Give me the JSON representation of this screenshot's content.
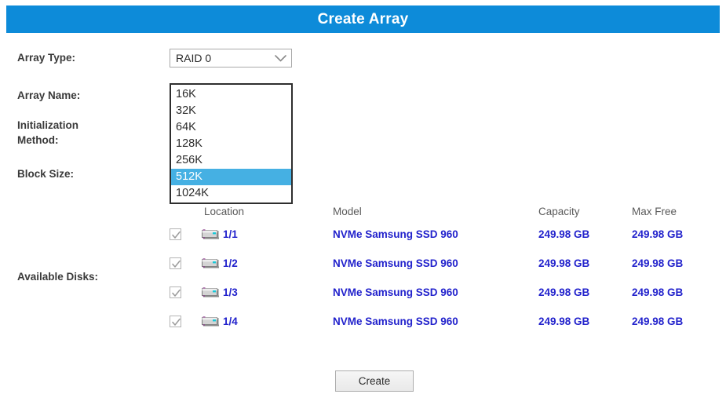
{
  "header": {
    "title": "Create Array",
    "bg_color": "#0d8bd9",
    "text_color": "#ffffff"
  },
  "form": {
    "labels": {
      "array_type": "Array Type:",
      "array_name": "Array Name:",
      "initialization_method": "Initialization\nMethod:",
      "block_size": "Block Size:",
      "available_disks": "Available Disks:"
    },
    "array_type_select": {
      "value": "RAID 0",
      "icon": "chevron-down-icon"
    },
    "block_size_list": {
      "options": [
        "16K",
        "32K",
        "64K",
        "128K",
        "256K",
        "512K",
        "1024K"
      ],
      "selected": "512K",
      "selected_index": 5,
      "highlight_color": "#45b0e3"
    }
  },
  "disk_table": {
    "columns": [
      "Location",
      "Model",
      "Capacity",
      "Max Free"
    ],
    "value_color": "#2222cc",
    "rows": [
      {
        "checked": true,
        "icon": "disk-drive-icon",
        "location": "1/1",
        "model": "NVMe Samsung SSD 960",
        "capacity": "249.98 GB",
        "max_free": "249.98 GB"
      },
      {
        "checked": true,
        "icon": "disk-drive-icon",
        "location": "1/2",
        "model": "NVMe Samsung SSD 960",
        "capacity": "249.98 GB",
        "max_free": "249.98 GB"
      },
      {
        "checked": true,
        "icon": "disk-drive-icon",
        "location": "1/3",
        "model": "NVMe Samsung SSD 960",
        "capacity": "249.98 GB",
        "max_free": "249.98 GB"
      },
      {
        "checked": true,
        "icon": "disk-drive-icon",
        "location": "1/4",
        "model": "NVMe Samsung SSD 960",
        "capacity": "249.98 GB",
        "max_free": "249.98 GB"
      }
    ]
  },
  "actions": {
    "create_label": "Create"
  }
}
